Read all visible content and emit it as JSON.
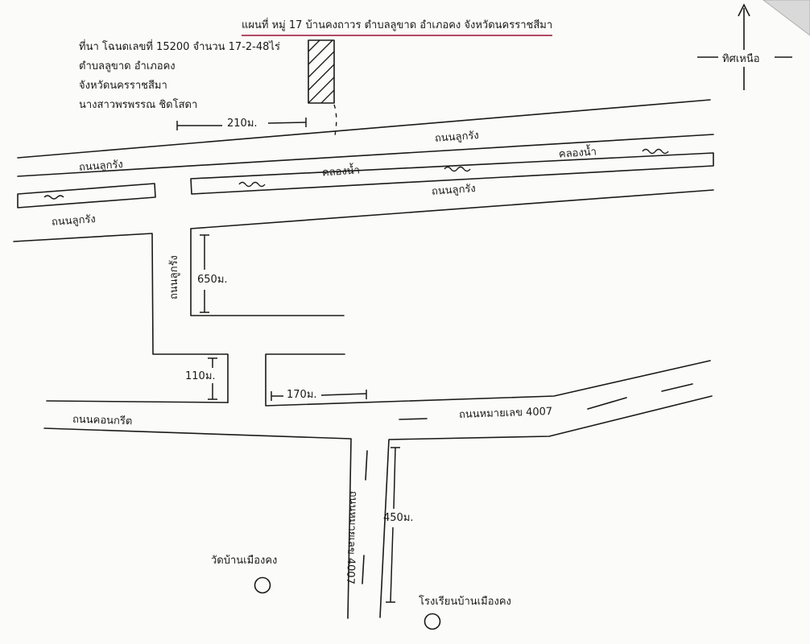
{
  "map": {
    "title": "แผนที่ หมู่ 17 บ้านคงถาวร ตำบลลูขาด อำเภอคง จังหวัดนครราชสีมา",
    "info_lines": [
      "ที่นา โฉนดเลขที่ 15200 จำนวน 17-2-48ไร่",
      "ตำบลลูขาด อำเภอคง",
      "จังหวัดนครราชสีมา",
      "นางสาวพรพรรณ ชิดโสดา"
    ],
    "north_label": "ทิศเหนือ",
    "roads": {
      "luk_rang_top_right": "ถนนลูกรัง",
      "luk_rang_top_left": "ถนนลูกรัง",
      "luk_rang_mid_right": "ถนนลูกรัง",
      "luk_rang_left": "ถนนลูกรัง",
      "luk_rang_vertical": "ถนนลูกรัง",
      "concrete": "ถนนคอนกรีต",
      "highway_horizontal": "ถนนหมายเลข 4007",
      "highway_vertical": "ถนนหมายเลข 4007"
    },
    "canals": {
      "canal_center": "คลองน้ำ",
      "canal_right": "คลองน้ำ"
    },
    "distances": {
      "d210": "210ม.",
      "d650": "650ม.",
      "d110": "110ม.",
      "d170": "170ม.",
      "d450": "450ม."
    },
    "landmarks": {
      "temple": "วัดบ้านเมืองคง",
      "school": "โรงเรียนบ้านเมืองคง"
    }
  }
}
